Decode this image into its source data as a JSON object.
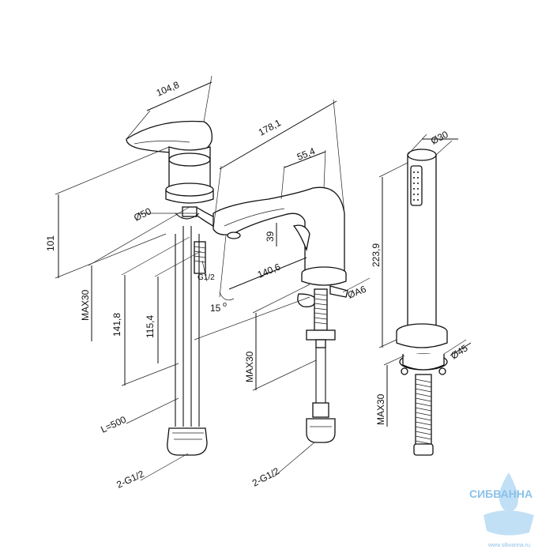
{
  "drawing": {
    "dims": {
      "handle_width": "104,8",
      "overall_length": "178,1",
      "spout_top": "55,4",
      "shower_diameter": "Ø30",
      "spout_height": "39",
      "total_height": "101",
      "base_diameter_left": "Ø50",
      "thread_small": "G1/2",
      "spout_reach": "140,6",
      "hole_diameter": "ØA6",
      "shower_length": "223,9",
      "angle": "15",
      "max_thickness_1": "MAX30",
      "dim_141": "141,8",
      "dim_115": "115,4",
      "max_thickness_2": "MAX30",
      "shower_base_diameter": "Ø45",
      "max_thickness_3": "MAX30",
      "hose_length": "L=500",
      "connection_1": "2-G1/2",
      "connection_2": "2-G1/2"
    },
    "watermark": {
      "brand": "СИБВАННА",
      "site": "www.sibvanna.ru"
    },
    "colors": {
      "line": "#111111",
      "brand_blue": "#2e8fd6",
      "brand_light": "#8fc7f0"
    }
  }
}
